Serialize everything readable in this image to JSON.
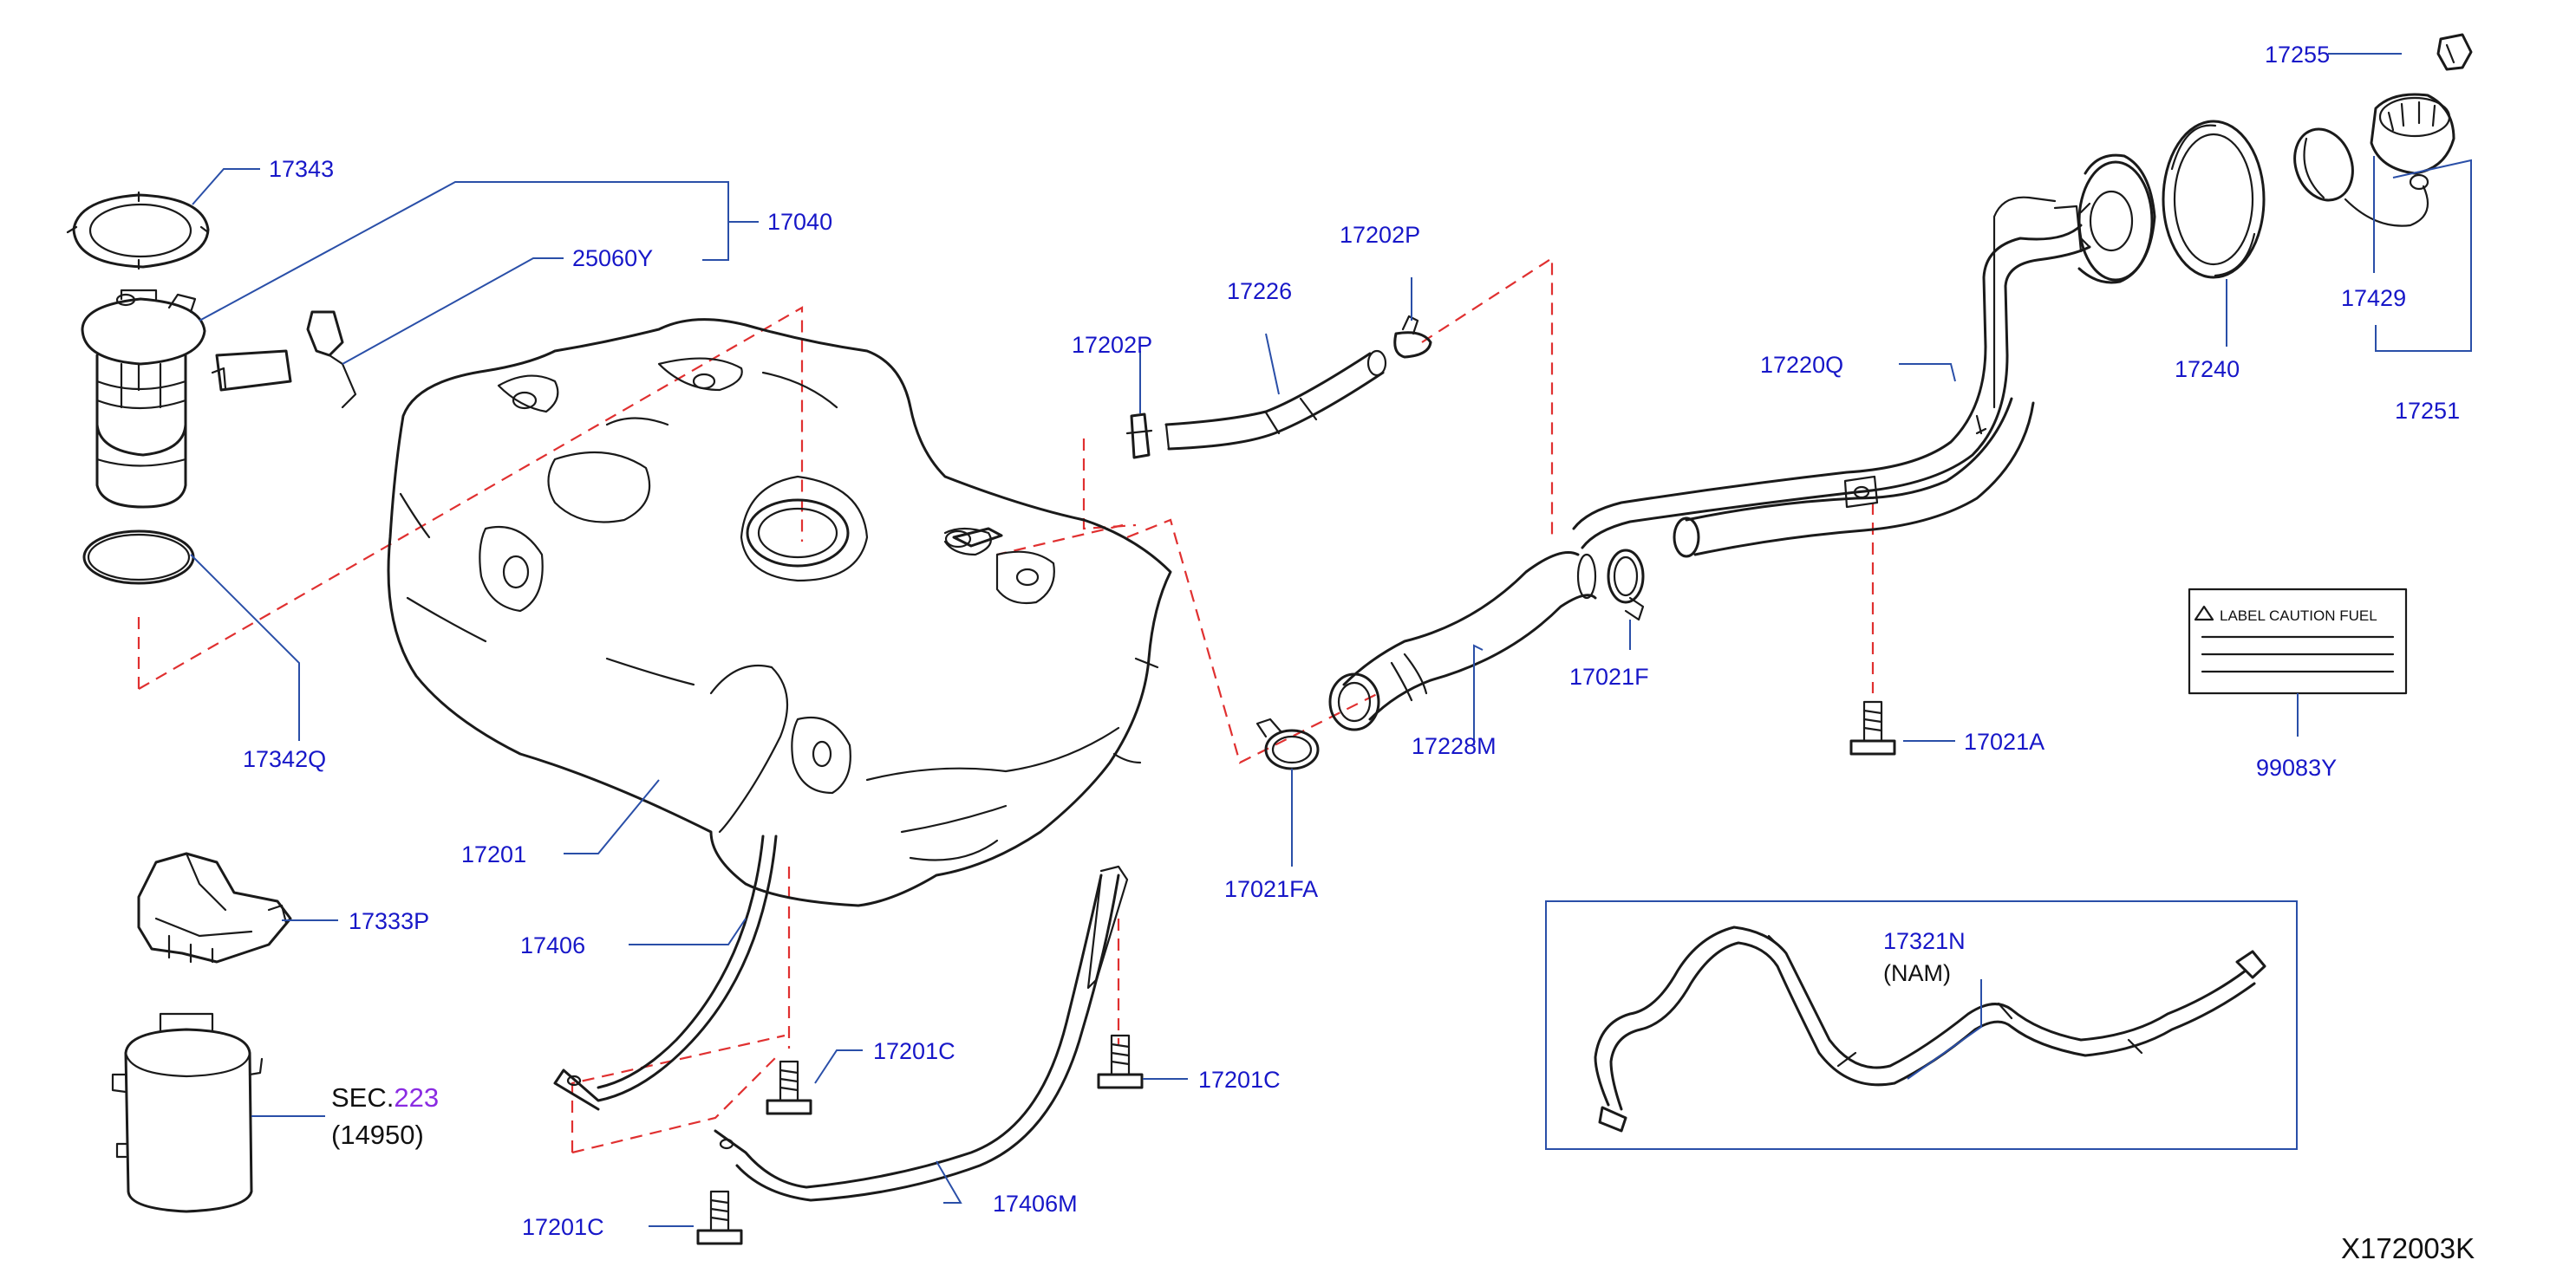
{
  "labels": {
    "p17343": "17343",
    "p17040": "17040",
    "p25060Y": "25060Y",
    "p17342Q": "17342Q",
    "p17201": "17201",
    "p17333P": "17333P",
    "p17406": "17406",
    "p17201C_a": "17201C",
    "p17201C_b": "17201C",
    "p17201C_c": "17201C",
    "p17406M": "17406M",
    "p17202P_a": "17202P",
    "p17202P_b": "17202P",
    "p17226": "17226",
    "p17228M": "17228M",
    "p17021FA": "17021FA",
    "p17021F": "17021F",
    "p17220Q": "17220Q",
    "p17021A": "17021A",
    "p17240": "17240",
    "p17255": "17255",
    "p17429": "17429",
    "p17251": "17251",
    "p99083Y": "99083Y",
    "p17321N": "17321N",
    "nam": "(NAM)"
  },
  "sec_ref": {
    "prefix": "SEC.",
    "number": "223",
    "sub": "(14950)"
  },
  "caution_label": {
    "text": "LABEL   CAUTION   FUEL"
  },
  "diagram_code": "X172003K",
  "colors": {
    "part_number": "#1717c8",
    "leader": "#2a4fa8",
    "dashed": "#e03030",
    "sec_number": "#8a2be2"
  }
}
